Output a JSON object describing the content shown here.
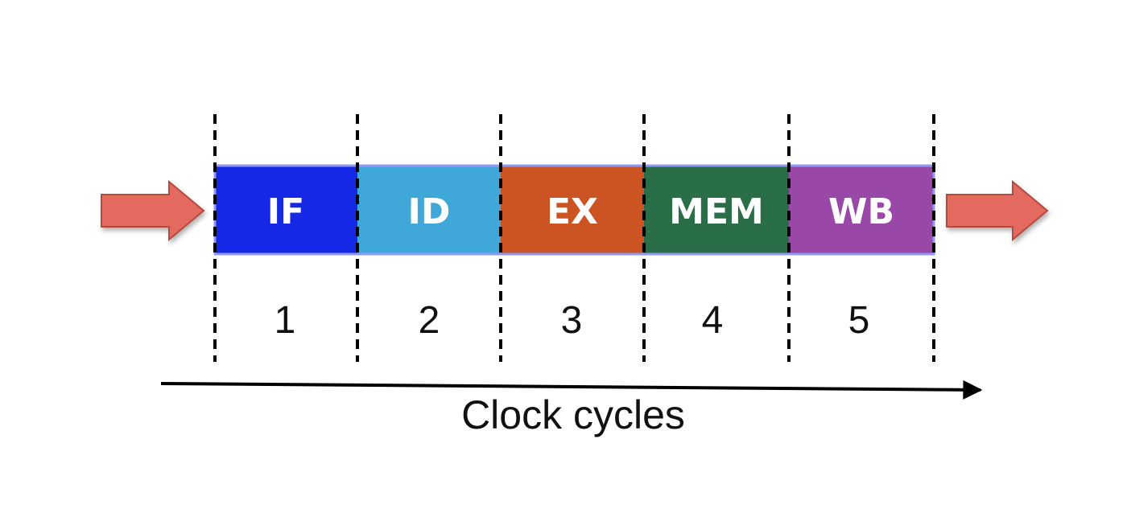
{
  "stages": [
    {
      "label": "IF",
      "color": "#1428e6"
    },
    {
      "label": "ID",
      "color": "#40a8d8"
    },
    {
      "label": "EX",
      "color": "#cc5422"
    },
    {
      "label": "MEM",
      "color": "#2a6e48"
    },
    {
      "label": "WB",
      "color": "#9a48a8"
    }
  ],
  "cycles": [
    "1",
    "2",
    "3",
    "4",
    "5"
  ],
  "axis_label": "Clock cycles",
  "colors": {
    "arrow_fill": "#e46a5e",
    "arrow_stroke": "#b5493e",
    "stage_border": "#8f98f2",
    "divider": "#000000",
    "axis": "#000000"
  }
}
